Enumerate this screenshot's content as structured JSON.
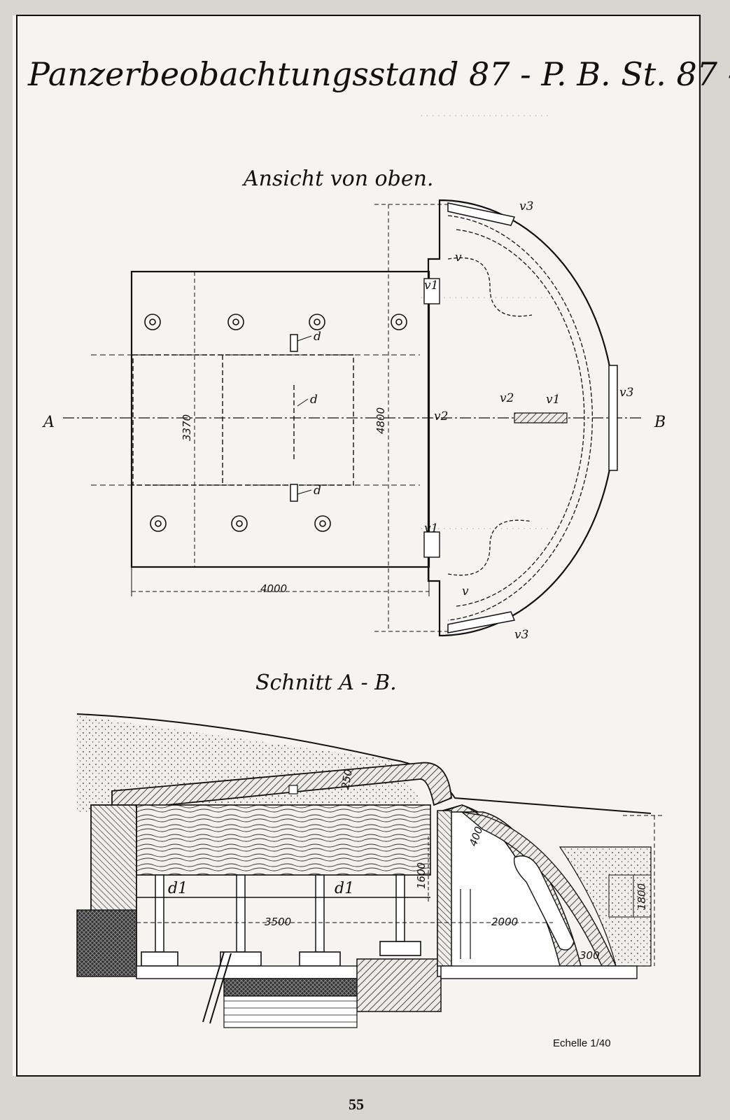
{
  "title": "Panzerbeobachtungsstand 87 - P. B. St. 87 -",
  "plan_view": {
    "heading": "Ansicht von oben.",
    "axis_left": "A",
    "axis_right": "B",
    "dim_width": "4000",
    "dim_height": "3370",
    "dim_total": "4800",
    "label_d": "d",
    "label_v": "v",
    "label_v1": "v1",
    "label_v2": "v2",
    "label_v3": "v3"
  },
  "section_view": {
    "heading": "Schnitt A - B.",
    "label_d1": "d1",
    "dim_3500": "3500",
    "dim_2000": "2000",
    "dim_1600": "1600",
    "dim_1800": "1800",
    "dim_400": "400",
    "dim_300": "300",
    "dim_250": "250"
  },
  "scale_note": "Echelle 1/40",
  "page_number": "55"
}
